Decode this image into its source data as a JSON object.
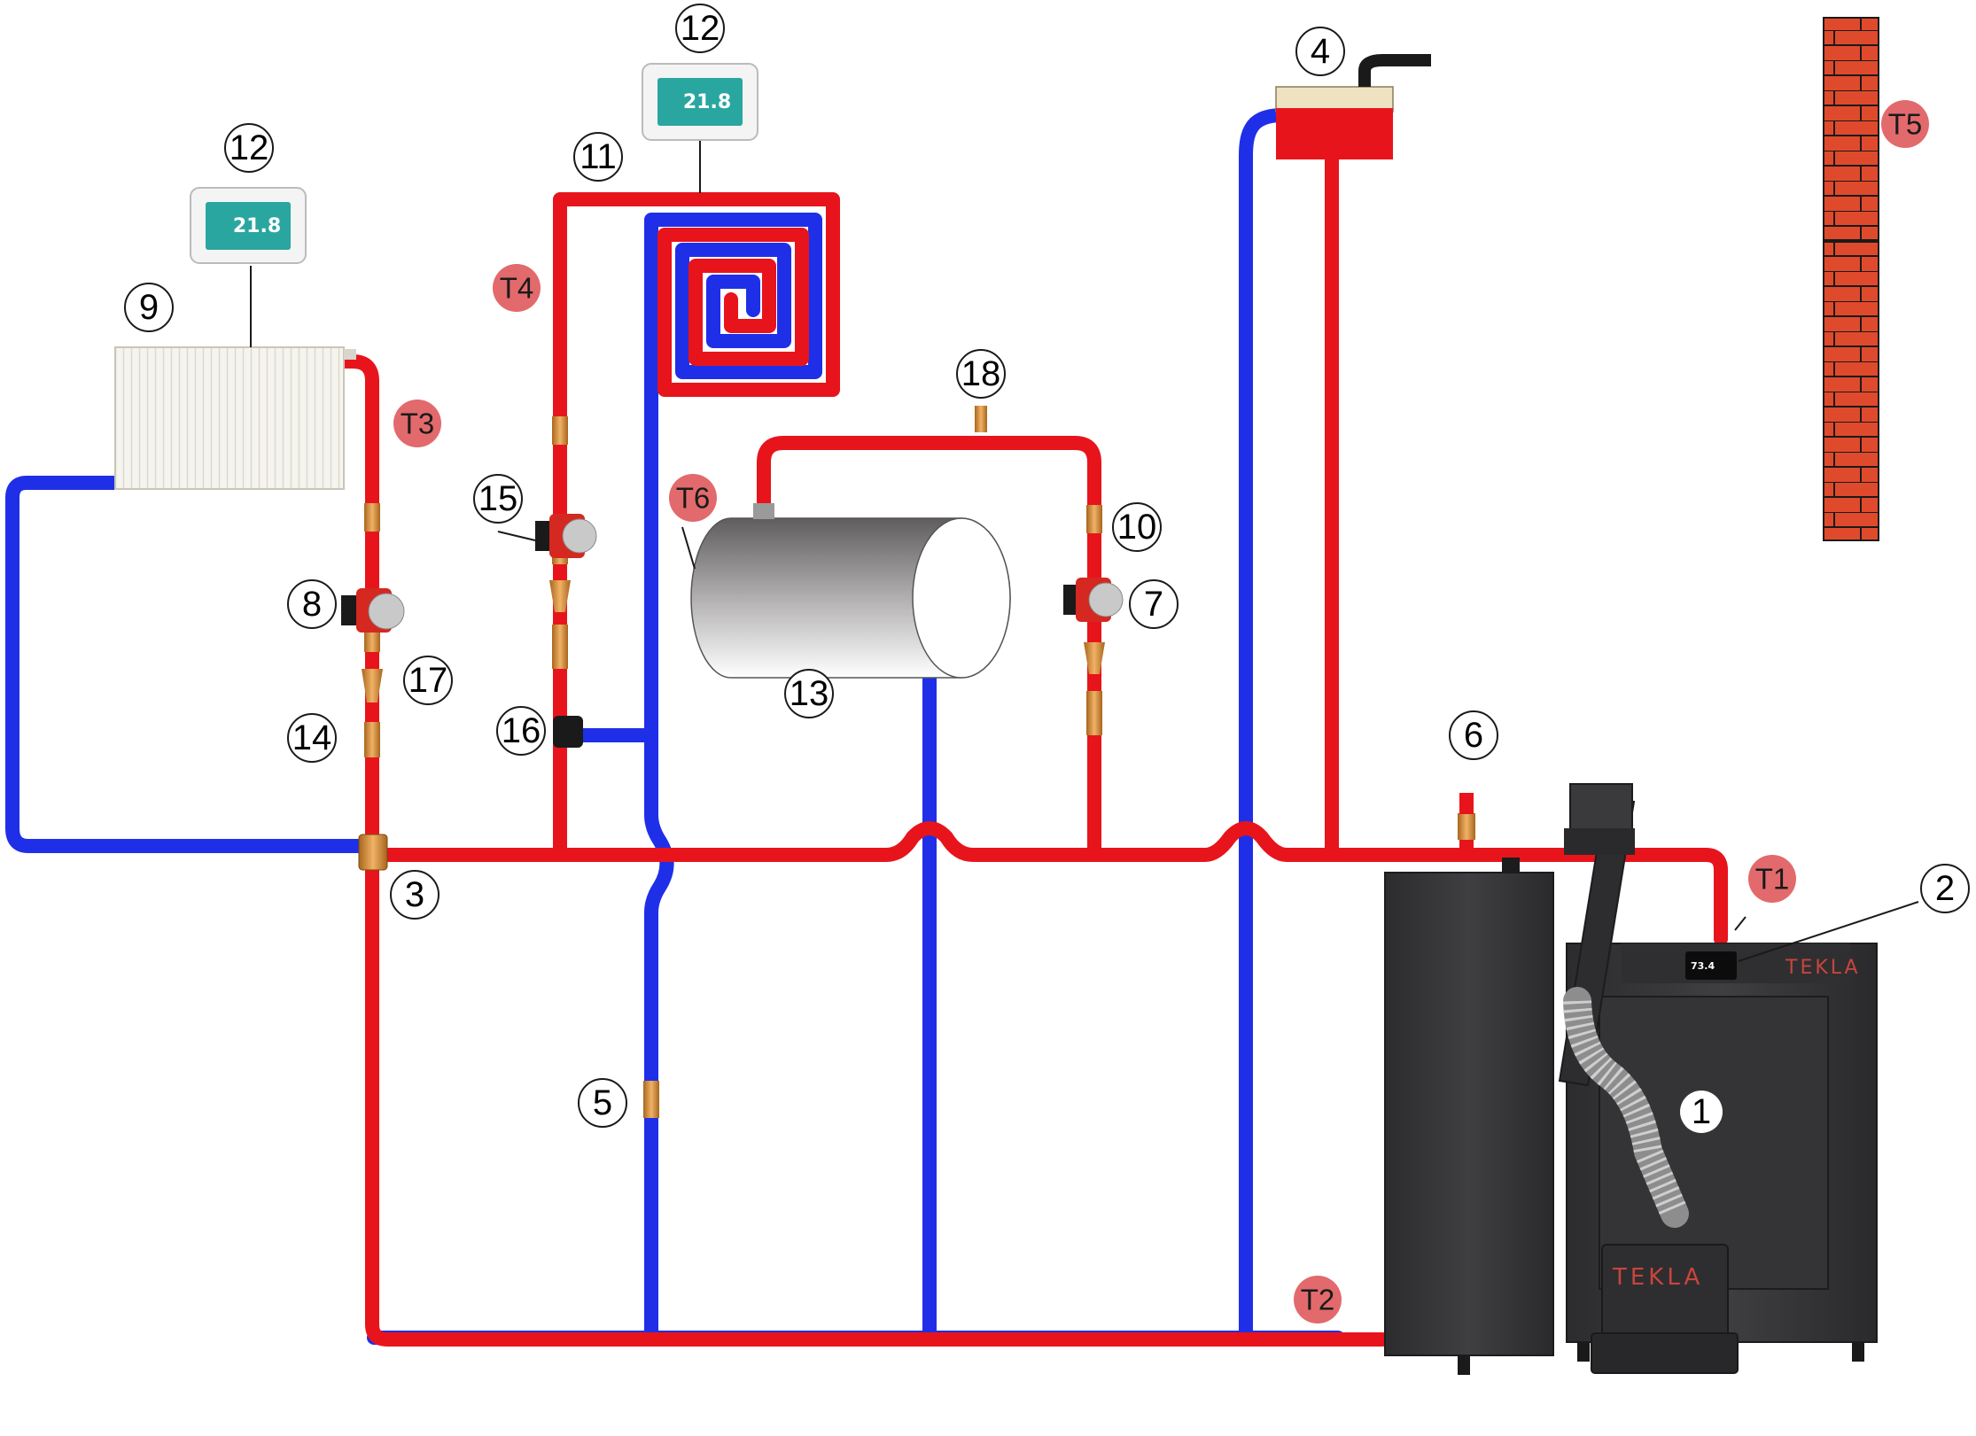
{
  "colors": {
    "hot_pipe": "#e8141c",
    "cold_pipe": "#1f2fe8",
    "sensor_fill": "#e26a6c",
    "boiler_body": "#3a3a3c",
    "brick": "#e04a2c"
  },
  "labels": {
    "n1": "1",
    "n2": "2",
    "n3": "3",
    "n4": "4",
    "n5": "5",
    "n6": "6",
    "n7": "7",
    "n8": "8",
    "n9": "9",
    "n10": "10",
    "n11": "11",
    "n12a": "12",
    "n12b": "12",
    "n13": "13",
    "n14": "14",
    "n15": "15",
    "n16": "16",
    "n17": "17",
    "n18": "18"
  },
  "sensors": {
    "t1": "T1",
    "t2": "T2",
    "t3": "T3",
    "t4": "T4",
    "t5": "T5",
    "t6": "T6"
  },
  "thermostat": {
    "temperature": "21.8"
  },
  "boiler": {
    "brand": "TEKLA",
    "display_value": "73.4"
  }
}
